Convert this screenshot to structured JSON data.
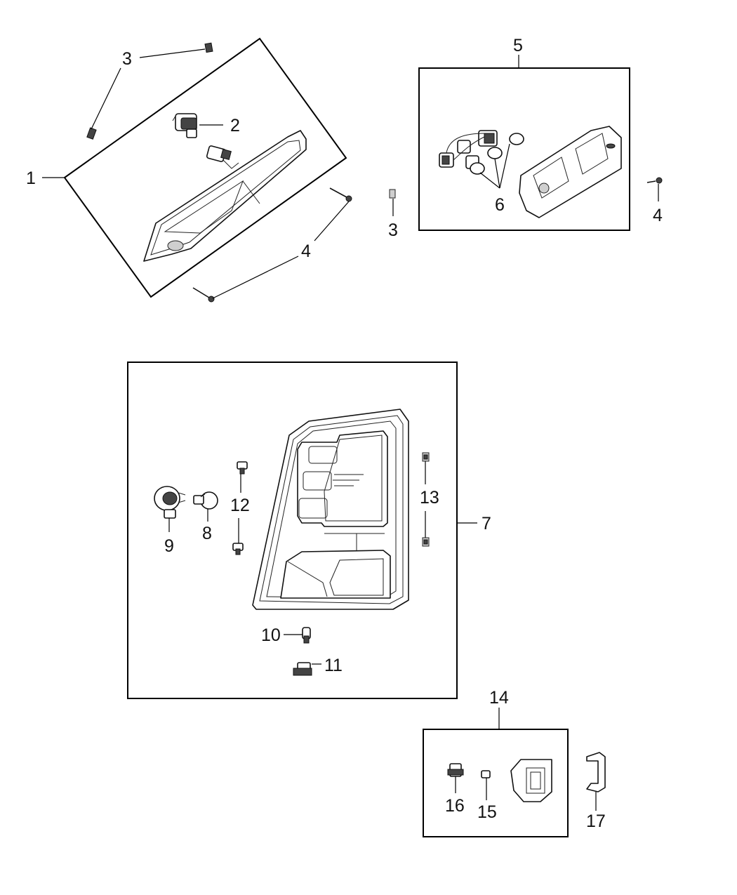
{
  "callouts": {
    "c1": "1",
    "c2": "2",
    "c3a": "3",
    "c3b": "3",
    "c4a": "4",
    "c4b": "4",
    "c5": "5",
    "c6": "6",
    "c7": "7",
    "c8": "8",
    "c9": "9",
    "c10": "10",
    "c11": "11",
    "c12": "12",
    "c13": "13",
    "c14": "14",
    "c15": "15",
    "c16": "16",
    "c17": "17"
  }
}
